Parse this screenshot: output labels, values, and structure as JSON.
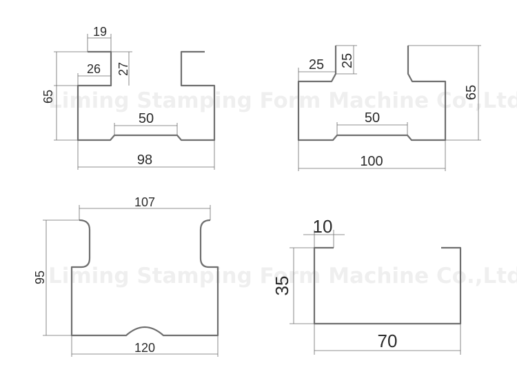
{
  "watermark": "Liming Stamping Form Machine Co.,Ltd",
  "colors": {
    "profile_stroke": "#6e6e6e",
    "dimension_line": "#6a6a6a",
    "text": "#2a2a2a"
  },
  "profiles": [
    {
      "id": "profile-1",
      "dims": {
        "lip_width": "19",
        "lip_height": "27",
        "flange": "26",
        "height": "65",
        "center_channel": "50",
        "width": "98"
      }
    },
    {
      "id": "profile-2",
      "dims": {
        "flange": "25",
        "lip_height": "25",
        "height": "65",
        "center_channel": "50",
        "width": "100"
      }
    },
    {
      "id": "profile-3",
      "dims": {
        "top_width": "107",
        "height": "95",
        "bottom_width": "120"
      }
    },
    {
      "id": "profile-4",
      "dims": {
        "lip": "10",
        "height": "35",
        "width": "70"
      }
    }
  ]
}
